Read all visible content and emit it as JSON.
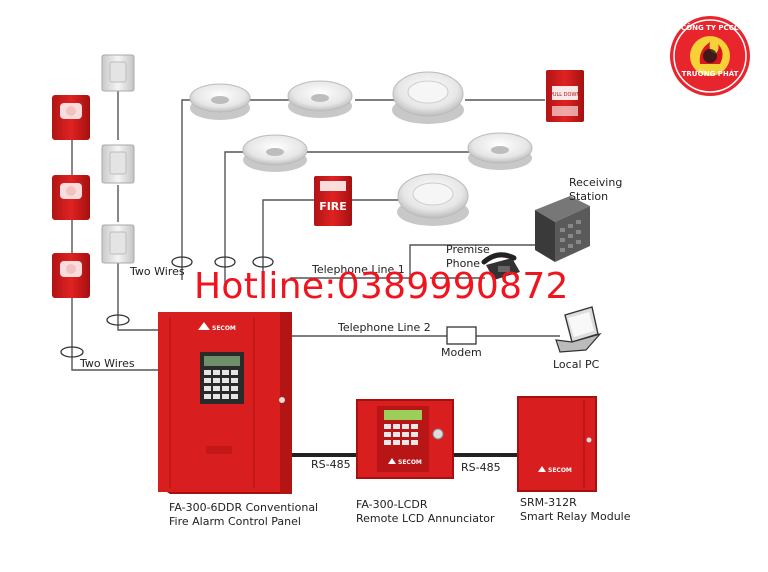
{
  "hotline": "Hotline:0389990872",
  "logo": {
    "top_text": "CÔNG TY PCCC",
    "bottom_text": "TRƯỜNG PHÁT"
  },
  "labels": {
    "two_wires_upper": "Two Wires",
    "two_wires_lower": "Two Wires",
    "telephone_line_1": "Telephone Line 1",
    "telephone_line_2": "Telephone Line 2",
    "modem": "Modem",
    "local_pc": "Local PC",
    "receiving_station_1": "Receiving",
    "receiving_station_2": "Station",
    "premise_phone_1": "Premise",
    "premise_phone_2": "Phone",
    "rs485_left": "RS-485",
    "rs485_right": "RS-485",
    "panel_main_1": "FA-300-6DDR Conventional",
    "panel_main_2": "Fire Alarm Control Panel",
    "annunciator_1": "FA-300-LCDR",
    "annunciator_2": "Remote LCD Annunciator",
    "relay_1": "SRM-312R",
    "relay_2": "Smart Relay Module",
    "fire_pull": "FIRE",
    "pull_station_small": "PULL DOWN",
    "brand": "SECOM"
  },
  "colors": {
    "panel_red": "#d81e1e",
    "hotline_red": "#f0141e",
    "wire": "#555555"
  }
}
